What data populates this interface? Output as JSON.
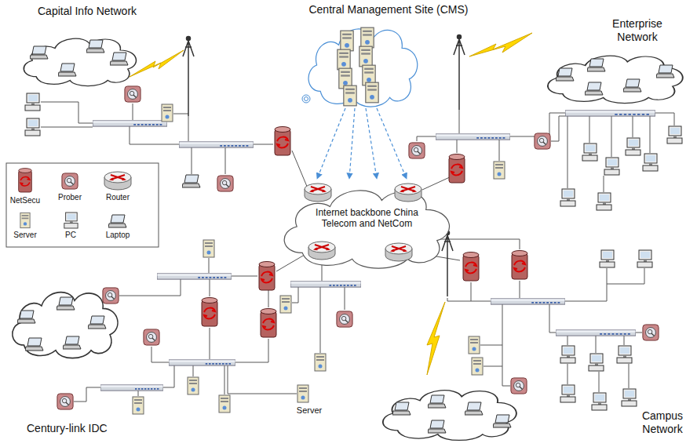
{
  "diagram": {
    "nodes": [
      {
        "text": [
          "Central Management Site (CMS)"
        ]
      },
      {
        "text": [
          "Internet backbone China Telecom and NetCom"
        ]
      }
    ],
    "edges": [
      {
        "from": 0,
        "to": 1,
        "arrow": "to"
      },
      {
        "from": 0,
        "to": 1,
        "arrow": "to"
      },
      {
        "from": 0,
        "to": 1,
        "arrow": "to"
      },
      {
        "from": 0,
        "to": 1,
        "arrow": "to"
      }
    ],
    "labels": [
      "Capital Info Network",
      "Enterprise Network",
      "Century-link IDC",
      "Campus Network",
      "Server"
    ],
    "legend": [
      {
        "text": "NetSecu"
      },
      {
        "text": "Prober"
      },
      {
        "text": "Router"
      },
      {
        "text": "Server"
      },
      {
        "text": "PC"
      },
      {
        "text": "Laptop"
      }
    ]
  }
}
